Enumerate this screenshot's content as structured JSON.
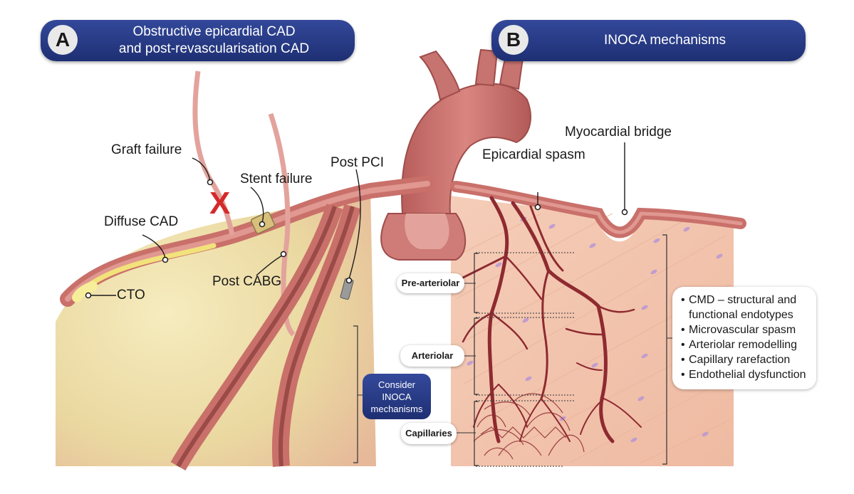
{
  "panel_a": {
    "letter": "A",
    "title_line1": "Obstructive epicardial CAD",
    "title_line2": "and post-revascularisation CAD",
    "labels": {
      "graft_failure": "Graft failure",
      "stent_failure": "Stent failure",
      "post_pci": "Post PCI",
      "diffuse_cad": "Diffuse CAD",
      "post_cabg": "Post CABG",
      "cto": "CTO"
    },
    "consider": [
      "Consider",
      "INOCA",
      "mechanisms"
    ],
    "failure_mark": "X"
  },
  "panel_b": {
    "letter": "B",
    "title": "INOCA mechanisms",
    "labels": {
      "myocardial_bridge": "Myocardial bridge",
      "epicardial_spasm": "Epicardial spasm"
    },
    "levels": {
      "pre_arteriolar": "Pre-arteriolar",
      "arteriolar": "Arteriolar",
      "capillaries": "Capillaries"
    },
    "mechanisms": [
      "CMD – structural and",
      "functional endotypes",
      "Microvascular spasm",
      "Arteriolar remodelling",
      "Capillary rarefaction",
      "Endothelial dysfunction"
    ]
  },
  "colors": {
    "vessel": "#c9706a",
    "vessel_dark": "#9a4a47",
    "arteriole": "#8e2a30",
    "myocardium": "#f2c4ae",
    "plaque": "#e9dc8c",
    "header": "#26387f",
    "failure_x": "#d42a2a"
  }
}
